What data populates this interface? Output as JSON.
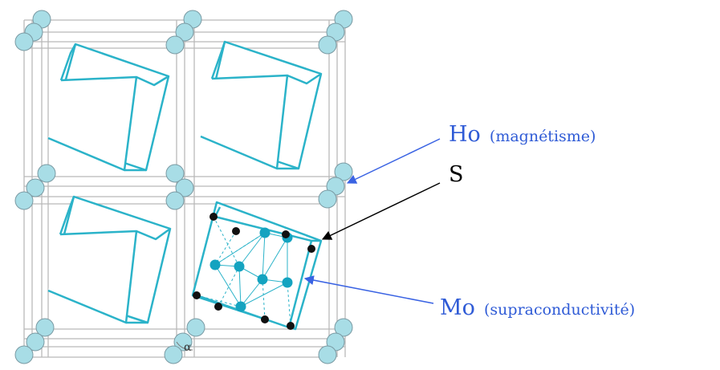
{
  "labels": {
    "ho": {
      "element": "Ho",
      "note": "(magnétisme)"
    },
    "s": {
      "element": "S"
    },
    "mo": {
      "element": "Mo",
      "note": "(supraconductivité)"
    },
    "angle": "α"
  },
  "colors": {
    "cube_stroke": "#2bb3c9",
    "atom_fill": "#a8dde6",
    "atom_stroke": "#7a9aa3",
    "mo_atom": "#14a3c0",
    "s_atom": "#111111",
    "lattice": "#b9b9b9",
    "label_blue": "#2f5bd6",
    "arrow_blue": "#3a63e3",
    "arrow_black": "#000000"
  }
}
